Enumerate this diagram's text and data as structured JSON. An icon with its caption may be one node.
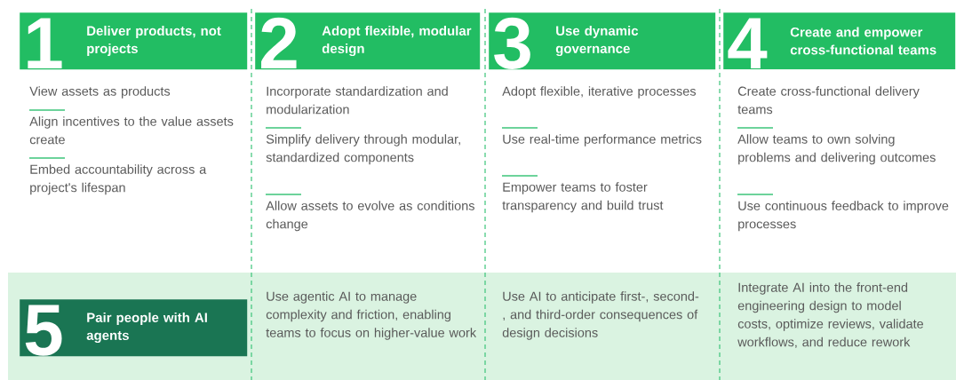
{
  "diagram": {
    "nodes": [
      {
        "text": [
          "1",
          "Deliver products, not projects"
        ]
      },
      {
        "text": [
          "2",
          "Adopt flexible, modular design"
        ]
      },
      {
        "text": [
          "3",
          "Use dynamic governance"
        ]
      },
      {
        "text": [
          "4",
          "Create and empower cross-functional teams"
        ]
      },
      {
        "text": [
          "5",
          "Pair people with AI agents"
        ]
      }
    ],
    "labels": [
      "View assets as products",
      "Align incentives to the value assets create",
      "Embed accountability across a project's lifespan",
      "Incorporate standardization and modularization",
      "Simplify delivery through modular, standardized components",
      "Allow assets to evolve as conditions change",
      "Adopt flexible, iterative processes",
      "Use real-time performance metrics",
      "Empower teams to foster transparency and build trust",
      "Create cross-functional delivery teams",
      "Allow teams to own solving problems and delivering outcomes",
      "Use continuous feedback to improve processes",
      "Use agentic AI to manage complexity and friction, enabling teams to focus on higher-value work",
      "Use AI to anticipate first-, second-, and third-order consequences of design decisions",
      "Integrate AI into the front-end engineering design to model costs, optimize reviews, validate workflows, and reduce rework"
    ]
  }
}
